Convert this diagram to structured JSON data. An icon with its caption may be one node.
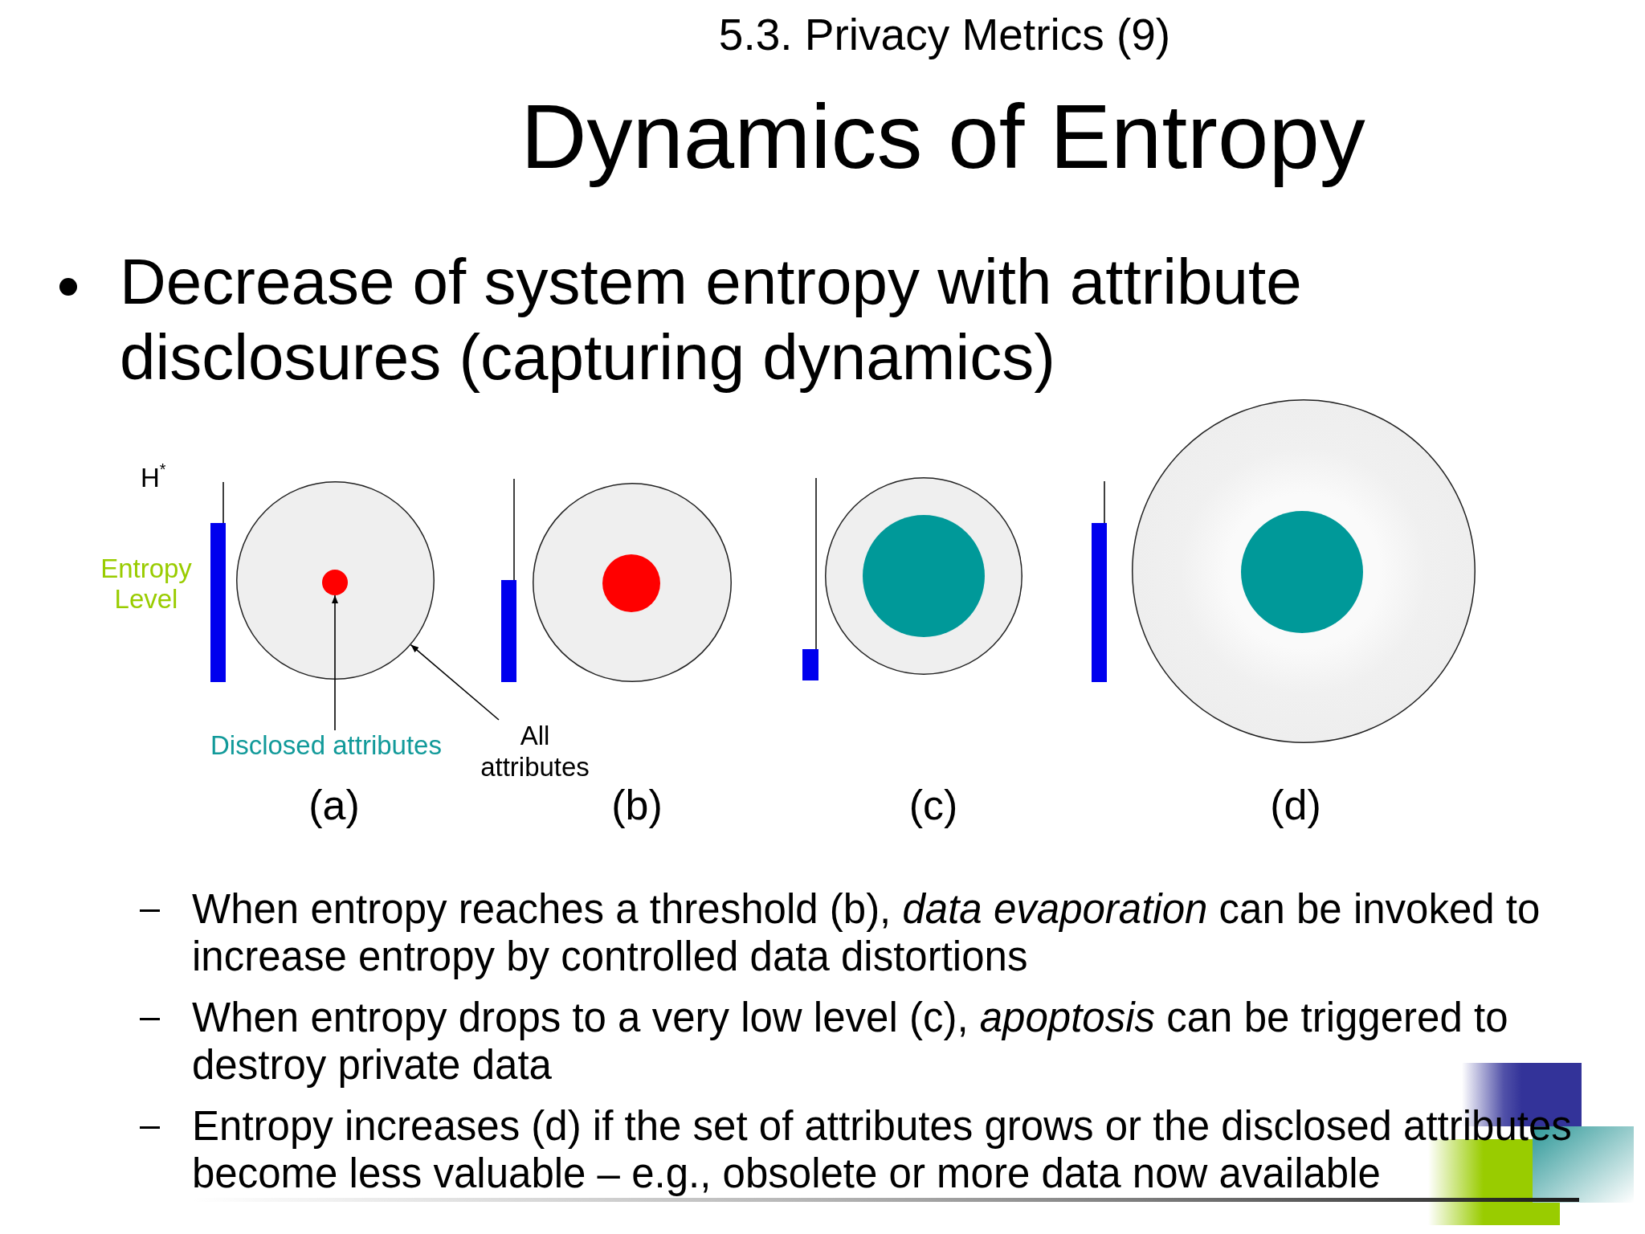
{
  "diagram": {
    "title": "Dynamics of Entropy",
    "nodes": [
      {
        "text": [],
        "shape": "circle"
      },
      {
        "text": [],
        "shape": "circle",
        "in": 0
      },
      {
        "text": [
          "Disclosed attributes"
        ]
      },
      {
        "text": [
          "All attributes"
        ]
      }
    ],
    "edges": [
      {
        "from": 2,
        "to": 1,
        "arrow": "to"
      },
      {
        "from": 3,
        "to": 0,
        "arrow": "to"
      }
    ],
    "labels": [
      "5.3. Privacy Metrics (9)",
      "Decrease of system entropy with attribute disclosures (capturing dynamics)",
      "H$^{*}$",
      "Entropy Level",
      "(a)",
      "(b)",
      "(c)",
      "(d)",
      "When entropy reaches a threshold (b), *data evaporation* can be invoked to increase entropy by controlled data distortions",
      "When entropy drops to a very low level (c), *apoptosis* can be triggered to destroy private data",
      "Entropy increases (d) if the set of attributes grows or the disclosed attributes become less valuable – e.g., obsolete or more data now available"
    ]
  }
}
